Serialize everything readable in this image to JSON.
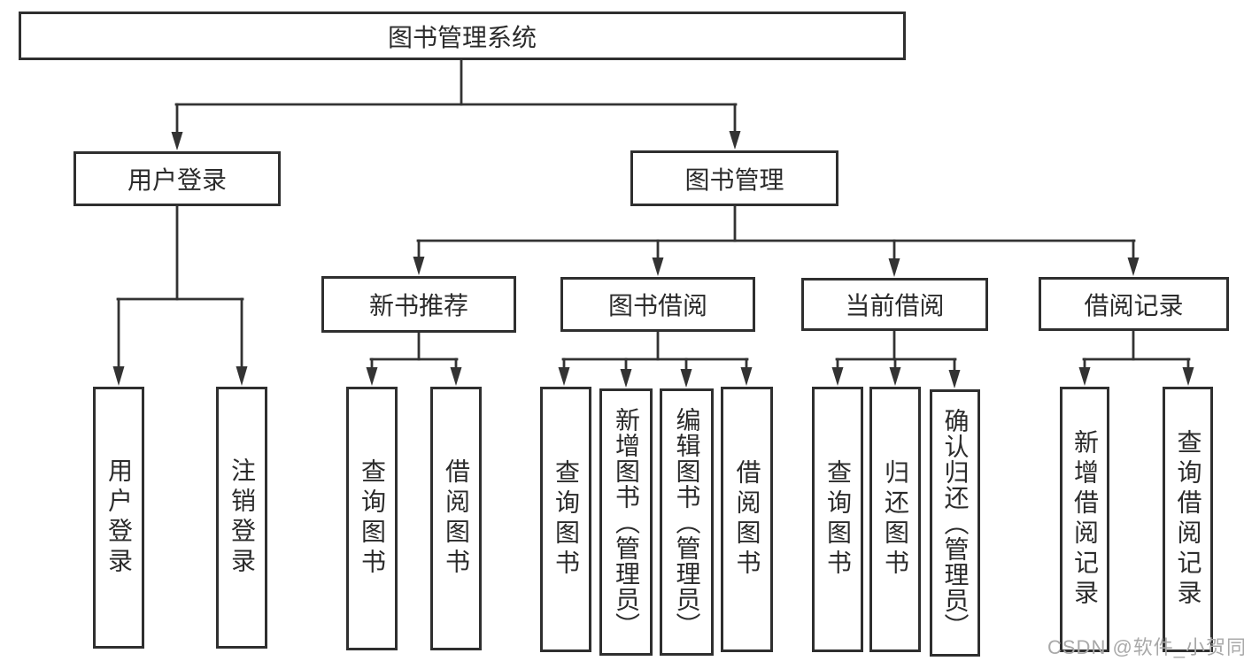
{
  "diagram": {
    "title": "图书管理系统",
    "nodes": {
      "root": "图书管理系统",
      "user_login": "用户登录",
      "book_mgmt": "图书管理",
      "new_book_rec": "新书推荐",
      "book_borrow": "图书借阅",
      "current_borrow": "当前借阅",
      "borrow_record": "借阅记录",
      "leaf_user_login": "用户登录",
      "leaf_logout": "注销登录",
      "leaf_query_book_rec": "查询图书",
      "leaf_borrow_book_rec": "借阅图书",
      "leaf_query_book_borrow": "查询图书",
      "leaf_add_book_admin": "新增图书（管理员）",
      "leaf_edit_book_admin": "编辑图书（管理员）",
      "leaf_borrow_book_borrow": "借阅图书",
      "leaf_query_book_current": "查询图书",
      "leaf_return_book": "归还图书",
      "leaf_confirm_return_admin": "确认归还（管理员）",
      "leaf_add_borrow_record": "新增借阅记录",
      "leaf_query_borrow_record": "查询借阅记录"
    },
    "edges": [
      [
        "图书管理系统",
        "用户登录"
      ],
      [
        "图书管理系统",
        "图书管理"
      ],
      [
        "用户登录",
        "用户登录(叶)"
      ],
      [
        "用户登录",
        "注销登录"
      ],
      [
        "图书管理",
        "新书推荐"
      ],
      [
        "图书管理",
        "图书借阅"
      ],
      [
        "图书管理",
        "当前借阅"
      ],
      [
        "图书管理",
        "借阅记录"
      ],
      [
        "新书推荐",
        "查询图书"
      ],
      [
        "新书推荐",
        "借阅图书"
      ],
      [
        "图书借阅",
        "查询图书"
      ],
      [
        "图书借阅",
        "新增图书（管理员）"
      ],
      [
        "图书借阅",
        "编辑图书（管理员）"
      ],
      [
        "图书借阅",
        "借阅图书"
      ],
      [
        "当前借阅",
        "查询图书"
      ],
      [
        "当前借阅",
        "归还图书"
      ],
      [
        "当前借阅",
        "确认归还（管理员）"
      ],
      [
        "借阅记录",
        "新增借阅记录"
      ],
      [
        "借阅记录",
        "查询借阅记录"
      ]
    ]
  },
  "watermark": {
    "text": "CSDN @软件_小贺同学"
  },
  "colors": {
    "line": "#333333",
    "box_border": "#2f2f2f",
    "text": "#2b2b2b",
    "watermark": "#a9a9a9",
    "background": "#ffffff"
  }
}
